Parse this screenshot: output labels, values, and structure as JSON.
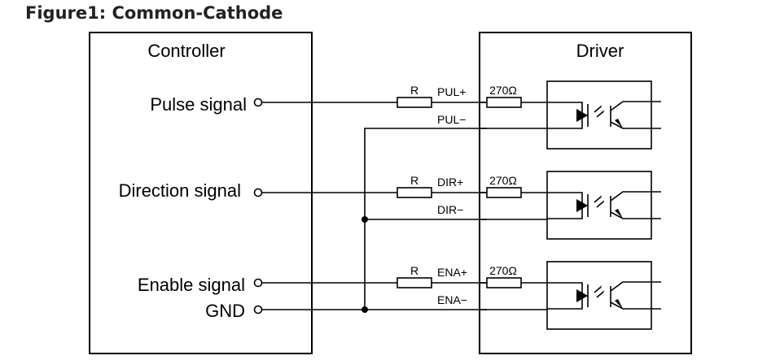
{
  "figure": {
    "title": "Figure1: Common-Cathode"
  },
  "controller": {
    "title": "Controller",
    "signals": [
      "Pulse signal",
      "Direction signal",
      "Enable signal",
      "GND"
    ]
  },
  "driver": {
    "title": "Driver"
  },
  "channels": [
    {
      "resistor_label": "R",
      "plus_label": "PUL+",
      "minus_label": "PUL−",
      "internal_resistor": "270Ω"
    },
    {
      "resistor_label": "R",
      "plus_label": "DIR+",
      "minus_label": "DIR−",
      "internal_resistor": "270Ω"
    },
    {
      "resistor_label": "R",
      "plus_label": "ENA+",
      "minus_label": "ENA−",
      "internal_resistor": "270Ω"
    }
  ]
}
